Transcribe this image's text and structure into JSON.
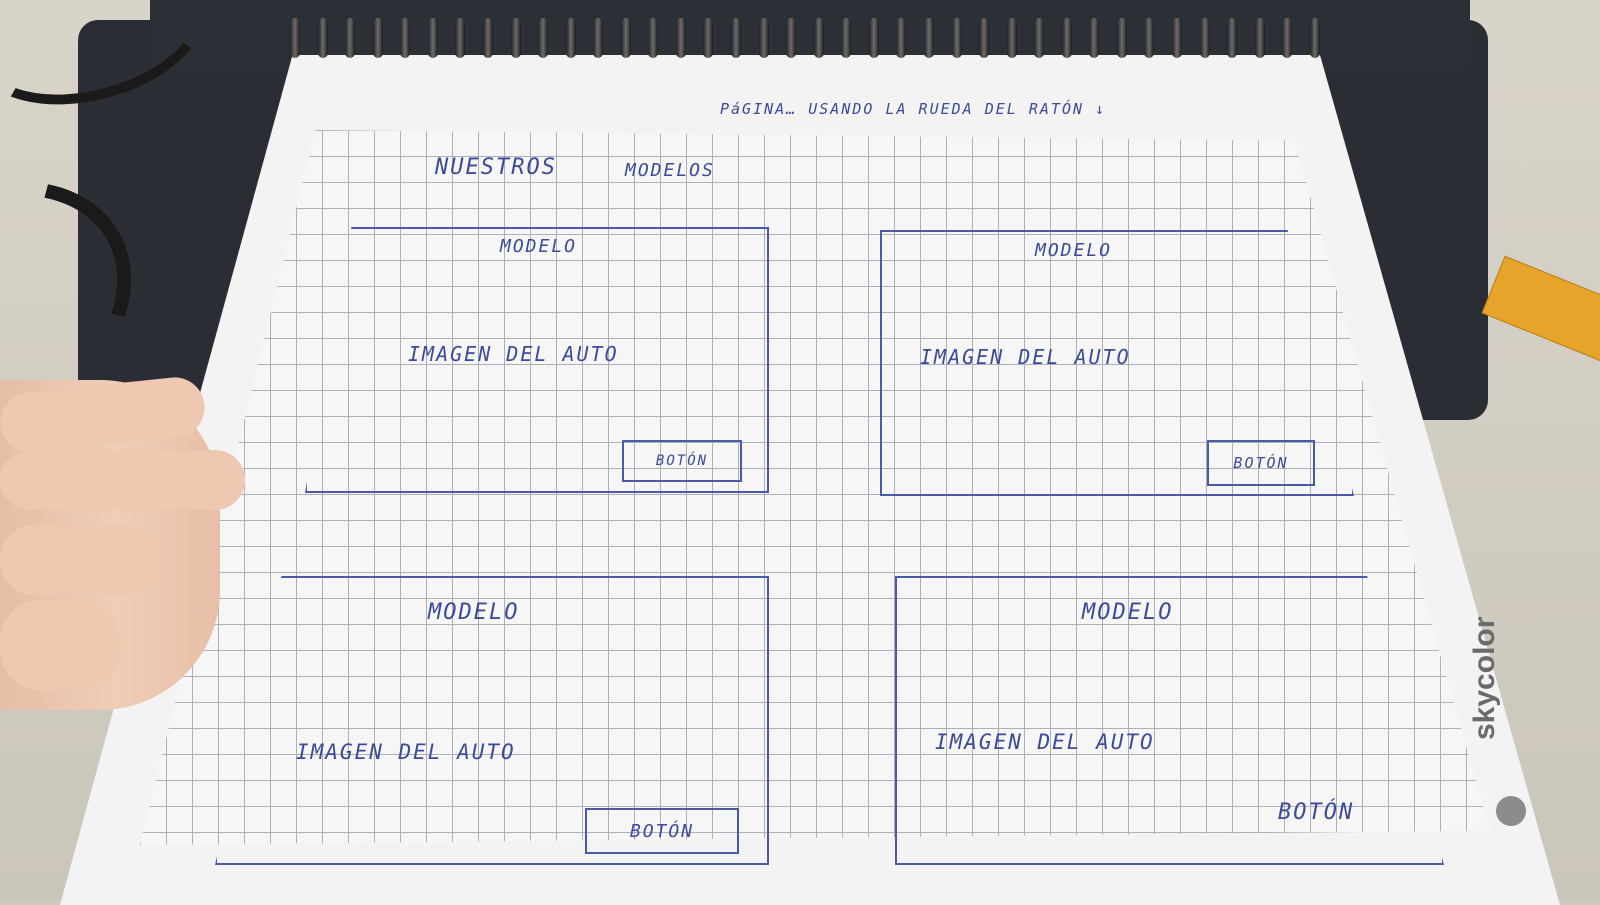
{
  "sketch": {
    "header_note": "PáGINA… USANDO LA RUEDA DEL RATÓN ↓",
    "page_title_left": "NUESTROS",
    "page_title_right": "MODELOS",
    "cards": [
      {
        "model": "MODELO",
        "image": "IMAGEN DEL AUTO",
        "button": "BOTÓN"
      },
      {
        "model": "MODELO",
        "image": "IMAGEN DEL AUTO",
        "button": "BOTÓN"
      },
      {
        "model": "MODELO",
        "image": "IMAGEN DEL AUTO",
        "button": "BOTÓN"
      },
      {
        "model": "MODELO",
        "image": "IMAGEN DEL AUTO",
        "button": "BOTÓN"
      }
    ]
  },
  "brand": "skycolor",
  "colors": {
    "ink": "#3b4b9a",
    "paper": "#f3f3f4",
    "grid": "#9aa0aa"
  }
}
